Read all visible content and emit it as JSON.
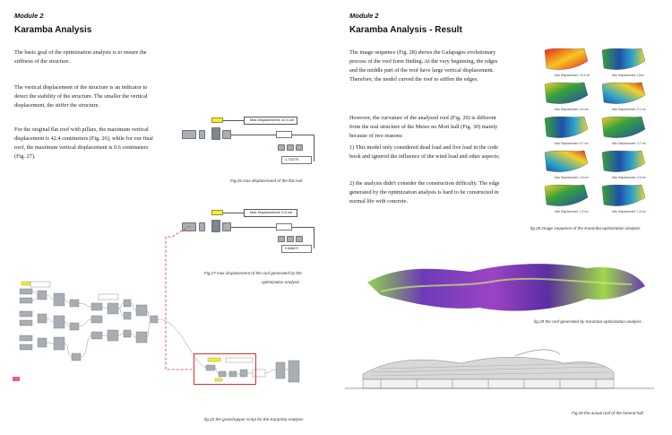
{
  "left": {
    "module": "Module 2",
    "title": "Karamba Analysis",
    "para1": "The basic goal of the optimization analysis is to ensure the stiffness of the structure.",
    "para2": "The vertical displacement of the structure is an indicator to detect the stability of the structure. The smaller the vertical displacement, the stiffer the structure.",
    "para3": "For the original flat roof with pillars, the maximum vertical displacement is 42.4 centimeters (Fig. 26), while for our final roof, the maximum vertical displacement is 0.6 centimeters (Fig. 27).",
    "fig26": {
      "panel_label": "Max Displacement: 42.4 cm",
      "value": "1.723275",
      "caption": "Fig.26  max displacement of the flat roof"
    },
    "fig27": {
      "panel_label": "Max Displacement: 0.6 cm",
      "value": "0.846672",
      "caption_line1": "Fig.27   max displacement of the roof generated by the",
      "caption_line2": "optimization analysis"
    },
    "fig22": {
      "caption": "fig.22  the grasshopper script for the Karamba Analysis"
    }
  },
  "right": {
    "module": "Module 2",
    "title": "Karamba Analysis - Result",
    "para1": "The image sequence (Fig. 28) shows the Galapagos evolutionary process of the roof form finding. At the very beginning, the edges and the middle part of the roof  have large vertical displacement. Therefore, the model curved the roof to stiffen the edges.",
    "para2": "However, the curvature of the analyzed roof (Fig. 29)  is different from the real structure of the Meiso no Mori hall (Fig. 30) mainly because of two reasons:",
    "para3": "1) This model only considered dead load and live load in the code book and ignored the influence of the wind load and other aspects;",
    "para4": "2) the analysis didn't consider the construction difficulty. The edge generated by the optimization analysis is hard to be constructed in normal life with concrete.",
    "fig28": {
      "labels": [
        "Max Displacement: 42.4 cm",
        "Max Displacement: 12cm",
        "Max Displacement: 6.9 cm",
        "Max Displacement: 5.1 cm",
        "Max Displacement: 6.7 cm",
        "Max Displacement: 3.7 cm",
        "Max Displacement: 4.6 cm",
        "Max Displacement: 2.6 cm",
        "Max Displacement: 1.9 cm",
        "Max Displacement: 1.9 cm"
      ],
      "caption": "fig.28  image sequence of the Karamba optimization analysis"
    },
    "fig29": {
      "caption": "fig.29  the roof generated by Karamba optimization analysis"
    },
    "fig30": {
      "caption": "Fig.30 the actual roof of the funeral hall"
    }
  }
}
